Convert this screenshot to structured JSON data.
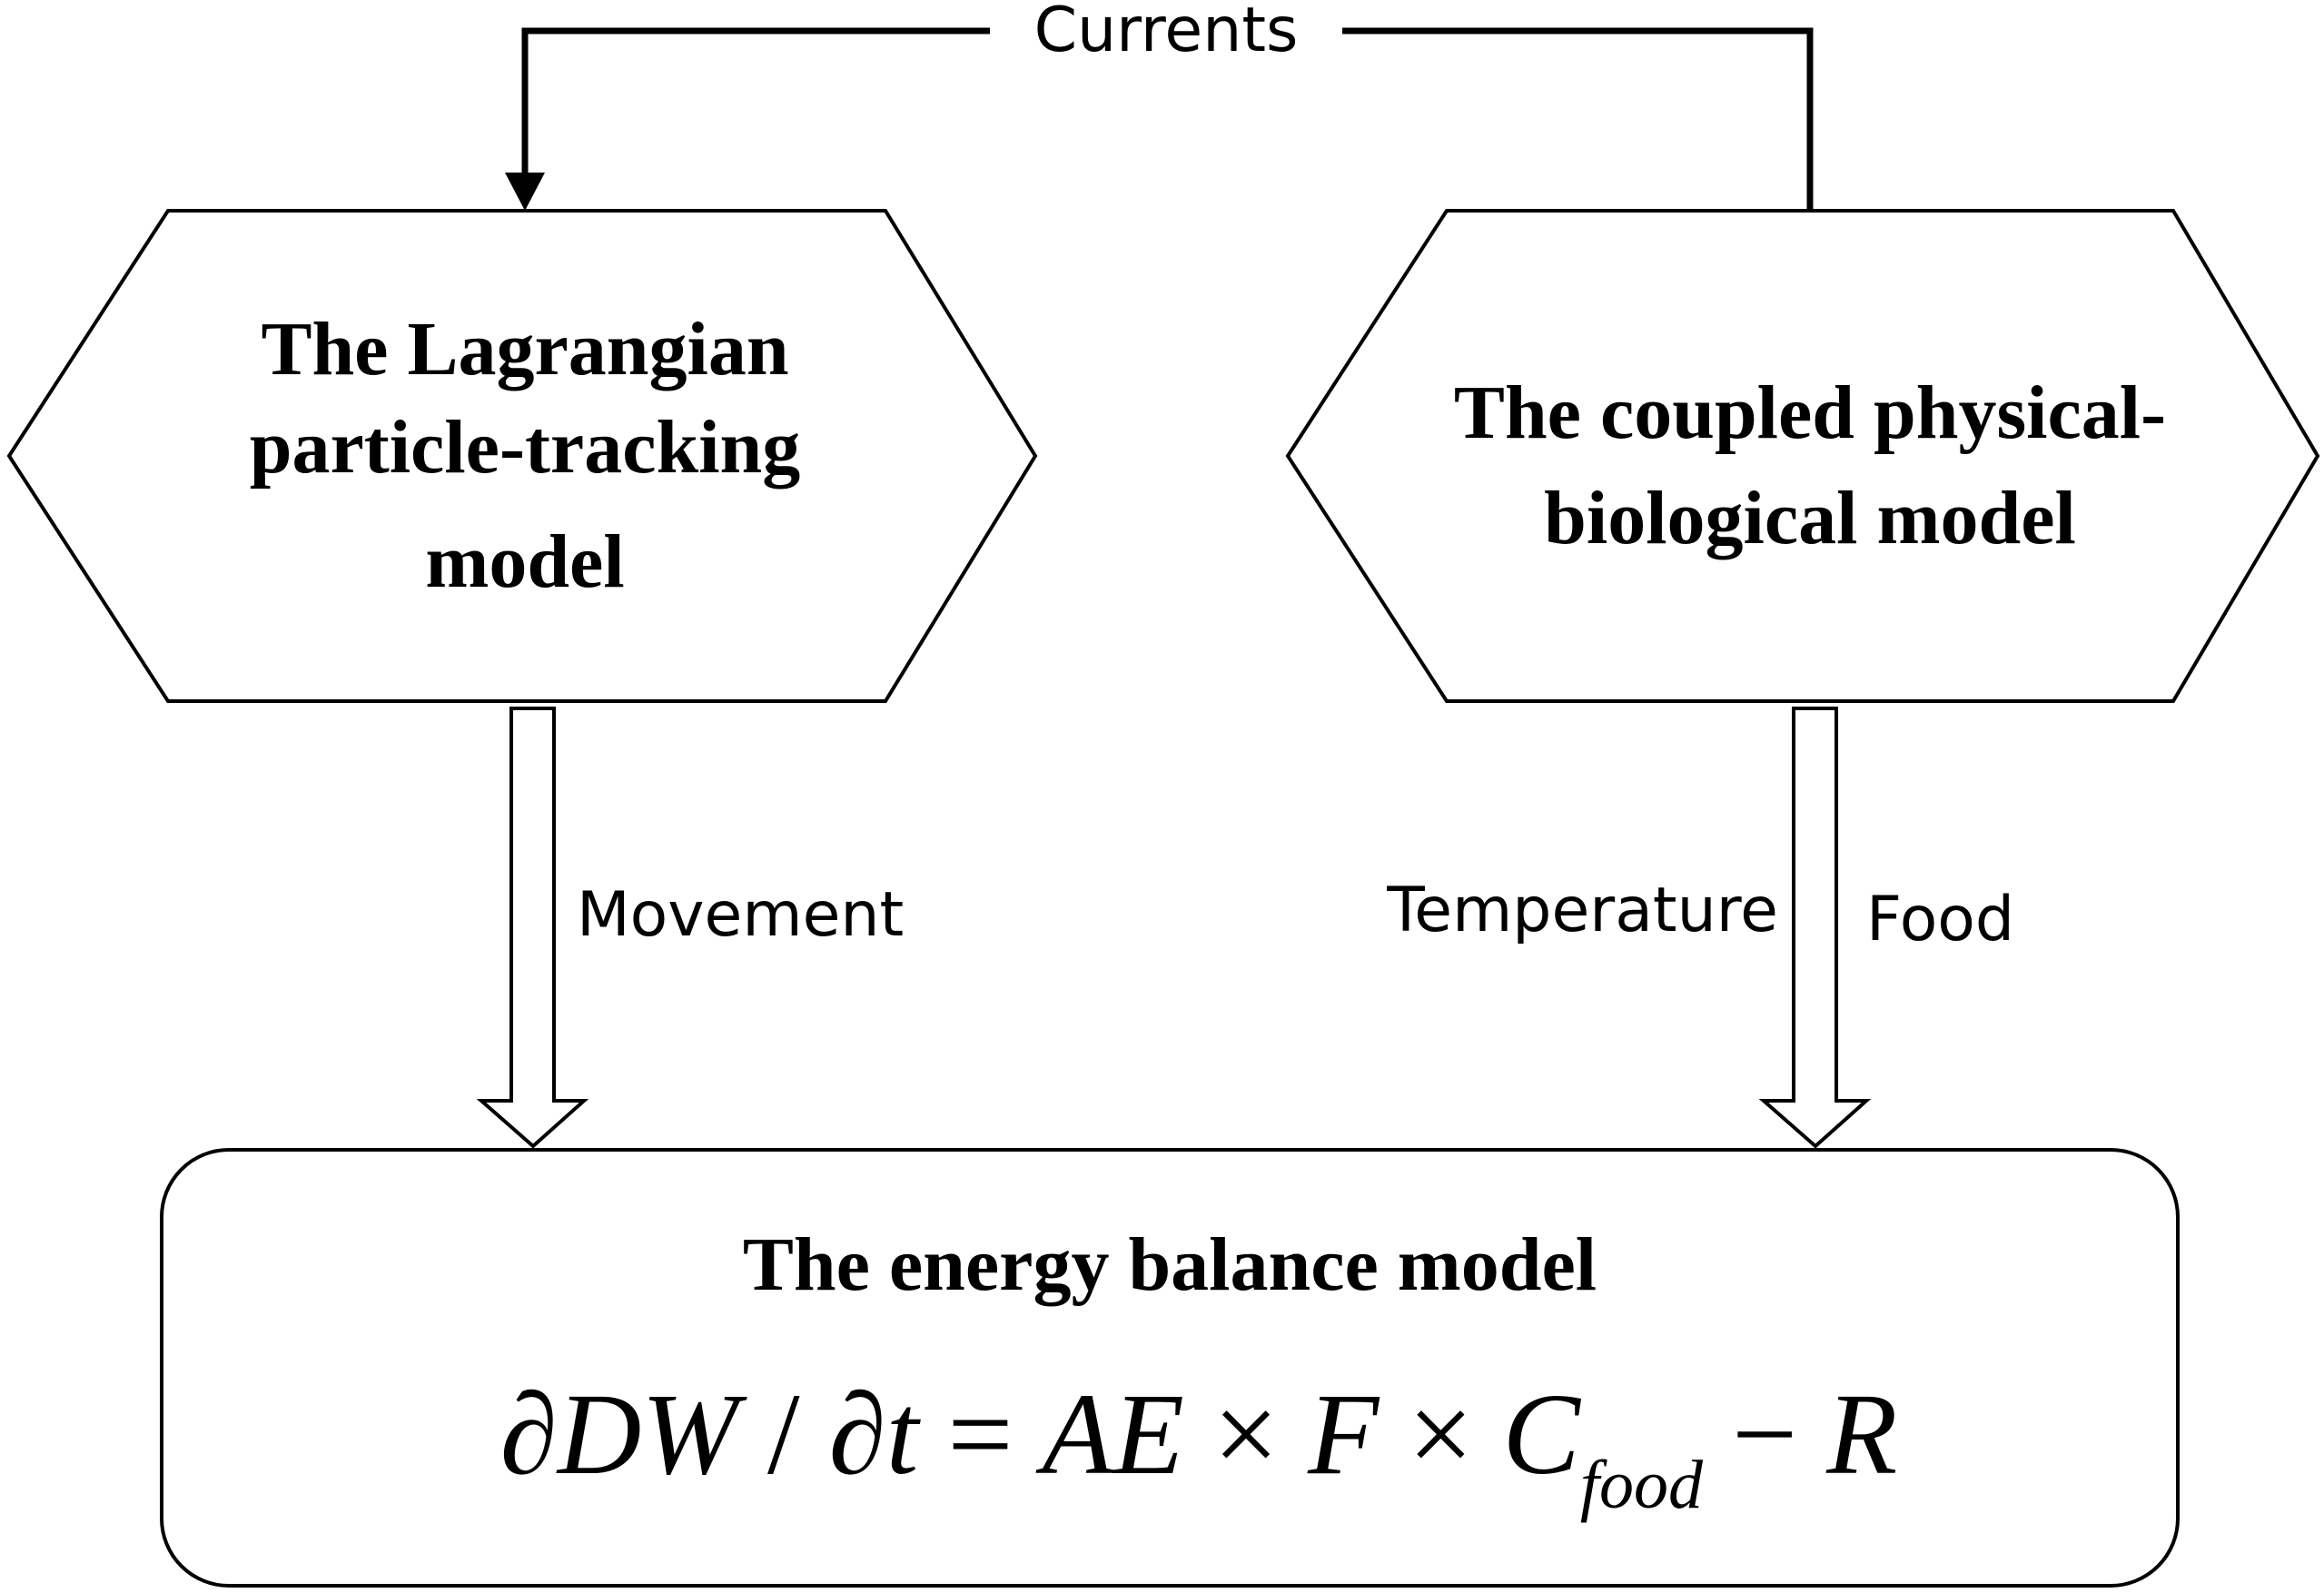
{
  "nodes": {
    "lagrangian": {
      "lines": [
        "The Lagrangian",
        "particle-tracking",
        "model"
      ]
    },
    "coupled": {
      "lines": [
        "The coupled physical-",
        "biological model"
      ]
    },
    "energy": {
      "title": "The energy balance model",
      "formula": {
        "lhs_partial1": "∂",
        "lhs_var": "DW",
        "slash": " / ",
        "lhs_partial2": "∂",
        "lhs_t": "t",
        "equals": " = ",
        "ae": "AE",
        "times1": " × ",
        "f": "F",
        "times2": " × ",
        "c": "C",
        "c_sub": "food",
        "minus": " − ",
        "r": "R"
      }
    }
  },
  "edges": {
    "currents": "Currents",
    "movement": "Movement",
    "temperature": "Temperature",
    "food": "Food"
  }
}
